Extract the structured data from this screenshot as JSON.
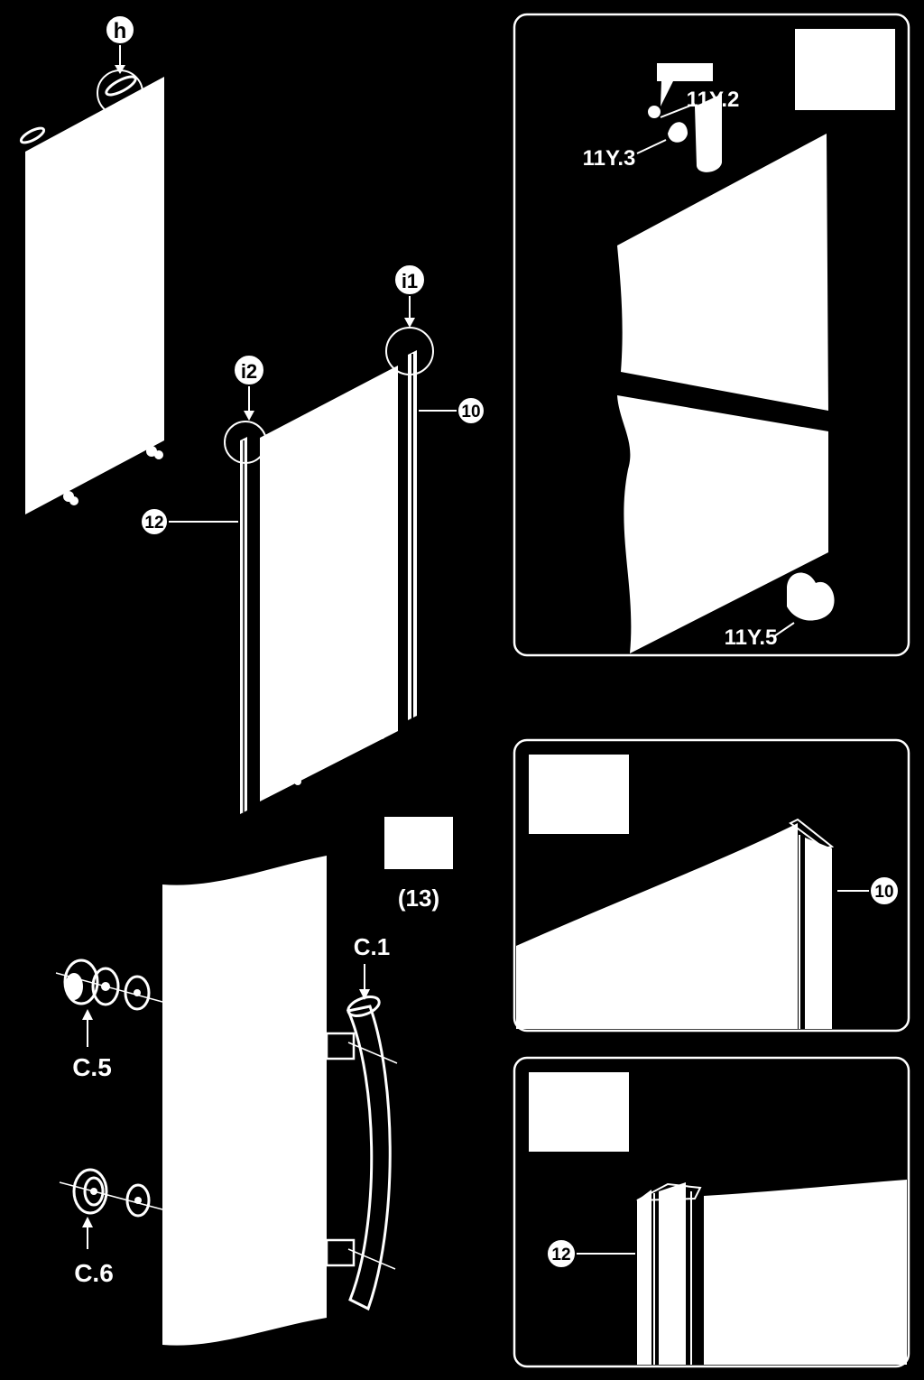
{
  "callouts": {
    "h": "h",
    "i1": "i1",
    "i2": "i2",
    "p10": "10",
    "p12": "12",
    "p10_detail": "10",
    "p12_detail": "12"
  },
  "parts": {
    "y2": "11Y.2",
    "y3": "11Y.3",
    "y5": "11Y.5",
    "c1": "C.1",
    "c5": "C.5",
    "c6": "C.6",
    "n13": "(13)"
  },
  "colors": {
    "background": "#000000",
    "line": "#ffffff"
  }
}
